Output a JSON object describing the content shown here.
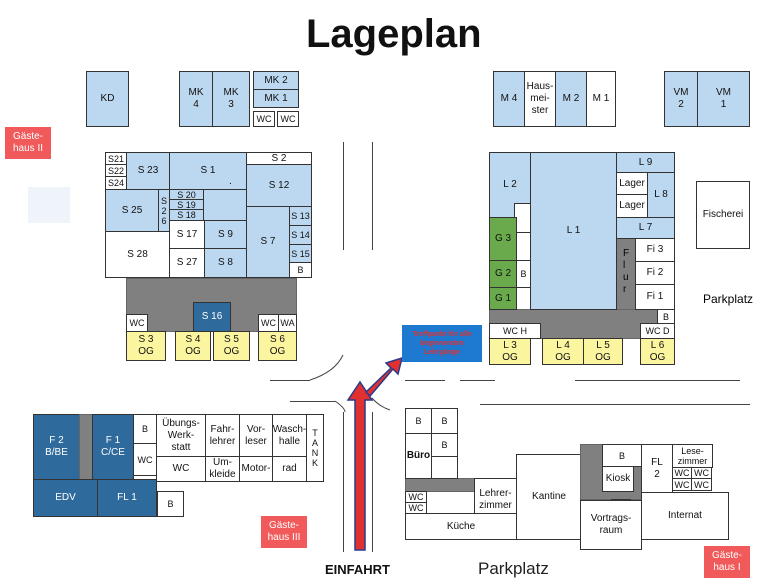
{
  "title": "Lageplan",
  "entrance": "EINFAHRT",
  "parking_bottom": "Parkplatz",
  "parking_right": "Parkplatz",
  "meeting_point": "Treffpunkt für alle beginnenden Lehrgänge",
  "colors": {
    "classroom": "#bcd8f0",
    "workshop": "#2e6a9c",
    "guest": "#f05a5a",
    "green": "#6aaa4c",
    "upper": "#fbf5a0",
    "corridor": "#808080",
    "arrow": "#e03030"
  },
  "guest": {
    "g2": "Gäste-\nhaus II",
    "g3": "Gäste-\nhaus III",
    "g1": "Gäste-\nhaus I"
  },
  "top": {
    "kd": "KD",
    "mk4": "MK\n4",
    "mk3": "MK\n3",
    "mk2": "MK  2",
    "mk1": "MK  1",
    "wc1": "WC",
    "wc2": "WC",
    "m4": "M 4",
    "hm": "Haus-\nmei-\nster",
    "m2": "M 2",
    "m1": "M 1",
    "vm2": "VM\n2",
    "vm1": "VM\n1"
  },
  "s": {
    "s21": "S21",
    "s22": "S22",
    "s24": "S24",
    "s23": "S 23",
    "s1": "S 1",
    "dot": ".",
    "s2": "S 2",
    "s12": "S 12",
    "s25": "S 25",
    "s26": "S\n2\n6",
    "s20": "S 20",
    "s19": "S 19",
    "s18": "S 18",
    "s17": "S 17",
    "s9": "S 9",
    "s7": "S 7",
    "s13": "S 13",
    "s14": "S 14",
    "s15": "S 15",
    "s28": "S 28",
    "s27": "S 27",
    "s8": "S 8",
    "b": "B",
    "s16": "S 16",
    "wc": "WC",
    "wc2": "WC",
    "wa": "WA",
    "s3": "S 3\nOG",
    "s4": "S 4\nOG",
    "s5": "S 5\nOG",
    "s6": "S 6\nOG"
  },
  "l": {
    "l2": "L 2",
    "l1": "L 1",
    "l9": "L 9",
    "lager1": "Lager",
    "lager2": "Lager",
    "l8": "L 8",
    "l7": "L 7",
    "g3": "G 3",
    "g2": "G 2",
    "b1": "B",
    "g1": "G 1",
    "flur": "F\nl\nu\nr",
    "fi3": "Fi 3",
    "fi2": "Fi 2",
    "fi1": "Fi 1",
    "b2": "B",
    "wch": "WC H",
    "wcd": "WC D",
    "l3": "L 3\nOG",
    "l4": "L 4\nOG",
    "l5": "L 5\nOG",
    "l6": "L 6\nOG",
    "fischerei": "Fischerei"
  },
  "w": {
    "f2": "F 2\nB/BE",
    "f1": "F 1\nC/CE",
    "b": "B",
    "wc": "WC",
    "uebung": "Übungs-\nWerk-\nstatt",
    "fahr": "Fahr-\nlehrer",
    "vor": "Vor-\nleser",
    "wasch": "Wasch-\nhalle",
    "tank": "T\nA\nN\nK",
    "wc2": "WC",
    "umkleide": "Um-\nkleide",
    "motor": "Motor-",
    "rad": "rad",
    "edv": "EDV",
    "fl1": "FL 1",
    "b2": "B"
  },
  "k": {
    "b1": "B",
    "b2": "B",
    "b3": "B",
    "buero": "Büro",
    "wc1": "WC",
    "wc2": "WC",
    "lehrer": "Lehrer-\nzimmer",
    "kueche": "Küche",
    "kantine": "Kantine",
    "b4": "B",
    "kiosk": "Kiosk",
    "fl2": "FL\n2",
    "lese": "Lese-\nzimmer",
    "wc3": "WC",
    "wc4": "WC",
    "wc5": "WC",
    "wc6": "WC",
    "wc7": "WC",
    "vortrag": "Vortrags-\nraum",
    "internat": "Internat"
  }
}
